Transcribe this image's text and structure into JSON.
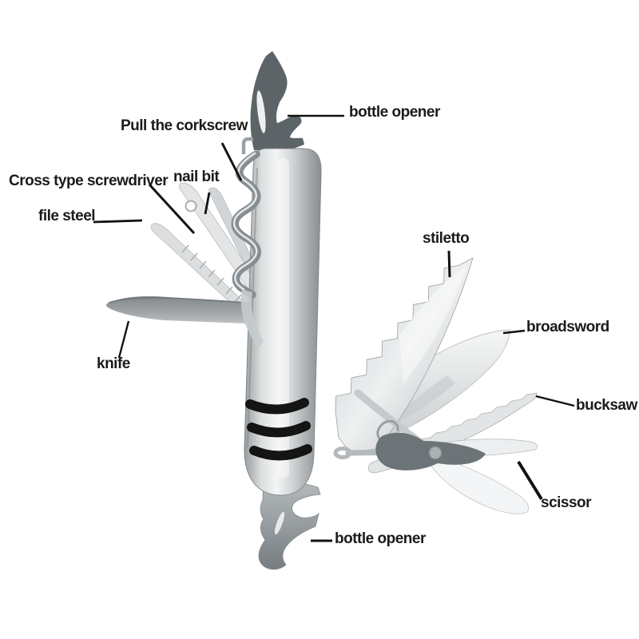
{
  "page": {
    "background_color": "#ffffff",
    "description": "Annotated product photo of a stainless steel multi-function folding pocket knife with callout labels and leader lines"
  },
  "colors": {
    "label_text": "#1b1b1b",
    "leader_line": "#121212",
    "metal_light": "#f3f4f5",
    "metal_mid": "#c2c6c8",
    "metal_dark": "#8a8f92",
    "dark_tool": "#5d6468",
    "grip_stripes": "#141414"
  },
  "labels": [
    {
      "id": "bottle-opener-top",
      "text": "bottle opener"
    },
    {
      "id": "pull-the-corkscrew",
      "text": "Pull the corkscrew"
    },
    {
      "id": "cross-type-screwdriver",
      "text": "Cross type screwdriver"
    },
    {
      "id": "nail-bit",
      "text": "nail bit"
    },
    {
      "id": "file-steel",
      "text": "file steel"
    },
    {
      "id": "stiletto",
      "text": "stiletto"
    },
    {
      "id": "broadsword",
      "text": "broadsword"
    },
    {
      "id": "knife",
      "text": "knife"
    },
    {
      "id": "bucksaw",
      "text": "bucksaw"
    },
    {
      "id": "scissor",
      "text": "scissor"
    },
    {
      "id": "bottle-opener-bottom",
      "text": "bottle opener"
    }
  ]
}
